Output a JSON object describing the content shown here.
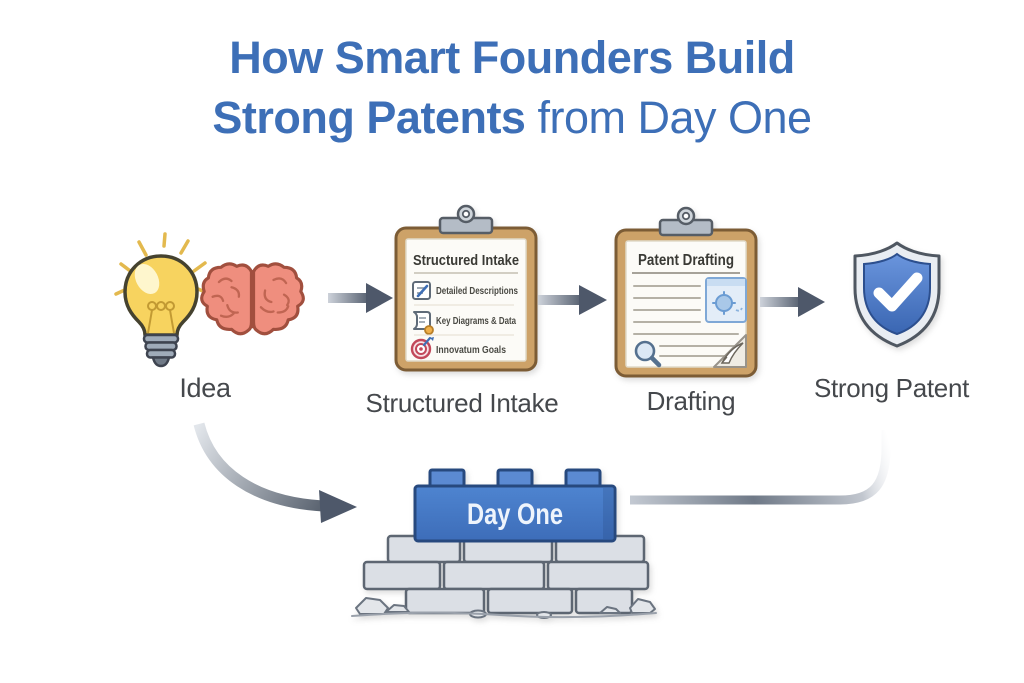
{
  "title": {
    "line1": "How Smart Founders Build",
    "line2_bold": "Strong Patents",
    "line2_rest": " from Day One"
  },
  "steps": {
    "idea_label": "Idea",
    "intake_label": "Structured Intake",
    "drafting_label": "Drafting",
    "patent_label": "Strong Patent"
  },
  "intake_card": {
    "title": "Structured Intake",
    "items": [
      {
        "icon": "document-edit-icon",
        "label": "Detailed Descriptions"
      },
      {
        "icon": "scroll-document-icon",
        "label": "Key Diagrams & Data"
      },
      {
        "icon": "target-goal-icon",
        "label": "Innovatum Goals"
      }
    ]
  },
  "drafting_card": {
    "title": "Patent Drafting"
  },
  "foundation": {
    "label": "Day One"
  },
  "colors": {
    "title_blue": "#3d6fb7",
    "label_gray": "#45484c",
    "clipboard_tan": "#cda268",
    "clipboard_outline": "#7c5c35",
    "shield_blue": "#4a7fd1",
    "brick_blue": "#467cc6",
    "bulb_yellow": "#f7d35f",
    "brain_coral": "#ef8e7e",
    "arrow_dark": "#525c6c",
    "arrow_light": "#cdd2da",
    "stone_gray": "#dbdfe5"
  }
}
